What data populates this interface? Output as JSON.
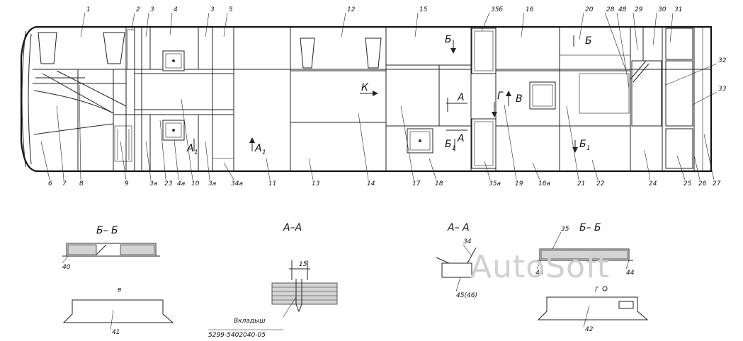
{
  "watermark": "AutoSoft",
  "callouts_top": [
    "1",
    "2",
    "3",
    "4",
    "3",
    "5",
    "12",
    "15",
    "35б",
    "16",
    "20",
    "28",
    "48",
    "29",
    "30",
    "31",
    "32",
    "33"
  ],
  "callouts_bottom": [
    "6",
    "7",
    "8",
    "9",
    "3a",
    "23",
    "4a",
    "10",
    "3a",
    "34a",
    "11",
    "13",
    "14",
    "17",
    "18",
    "35a",
    "19",
    "16a",
    "21",
    "22",
    "24",
    "25",
    "26",
    "27"
  ],
  "plan_marks": {
    "b": "Б",
    "b1": "Б",
    "b1_sub": "1",
    "b2": "Б",
    "b2_sub": "1",
    "a": "А",
    "a2": "А",
    "a1": "А",
    "a1_sub": "1",
    "a1b": "А",
    "a1b_sub": "1",
    "k": "К",
    "g": "Г",
    "v": "В",
    "b_upper": "Б"
  },
  "section_bb": {
    "title": "Б– Б",
    "callout": "40"
  },
  "section_aa": {
    "title": "А–А",
    "dim": "15",
    "insert_label": "Вкладыш",
    "part_number": "5299-5402040-05"
  },
  "section_a1a1": {
    "title": "А– А",
    "callout_top": "34",
    "callout_bottom": "45(46)"
  },
  "section_b1b1": {
    "title": "Б– Б",
    "callout_top": "35",
    "callout_left": "43",
    "callout_right": "44"
  },
  "view_v": {
    "title": "в",
    "callout": "41"
  },
  "view_g": {
    "title": "Г",
    "callout": "42"
  }
}
